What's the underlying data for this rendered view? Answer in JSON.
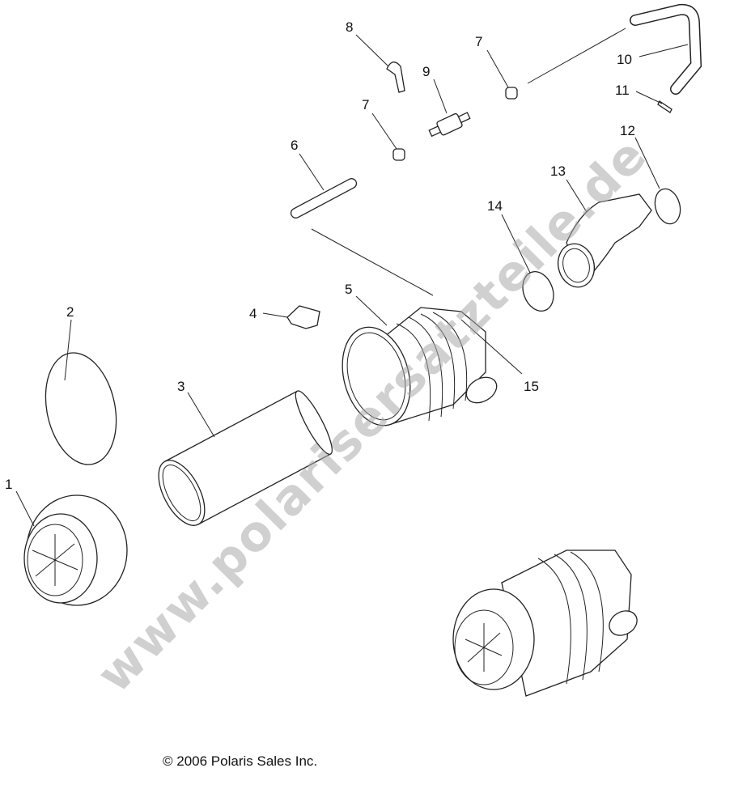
{
  "callouts": [
    "1",
    "2",
    "3",
    "4",
    "5",
    "6",
    "7",
    "7",
    "8",
    "9",
    "10",
    "11",
    "12",
    "13",
    "14",
    "15"
  ],
  "copyright": "© 2006 Polaris Sales Inc.",
  "watermark": "www.polarisersatzteile.de",
  "colors": {
    "line": "#222222",
    "watermark": "#aaaaaa",
    "background": "#ffffff"
  }
}
